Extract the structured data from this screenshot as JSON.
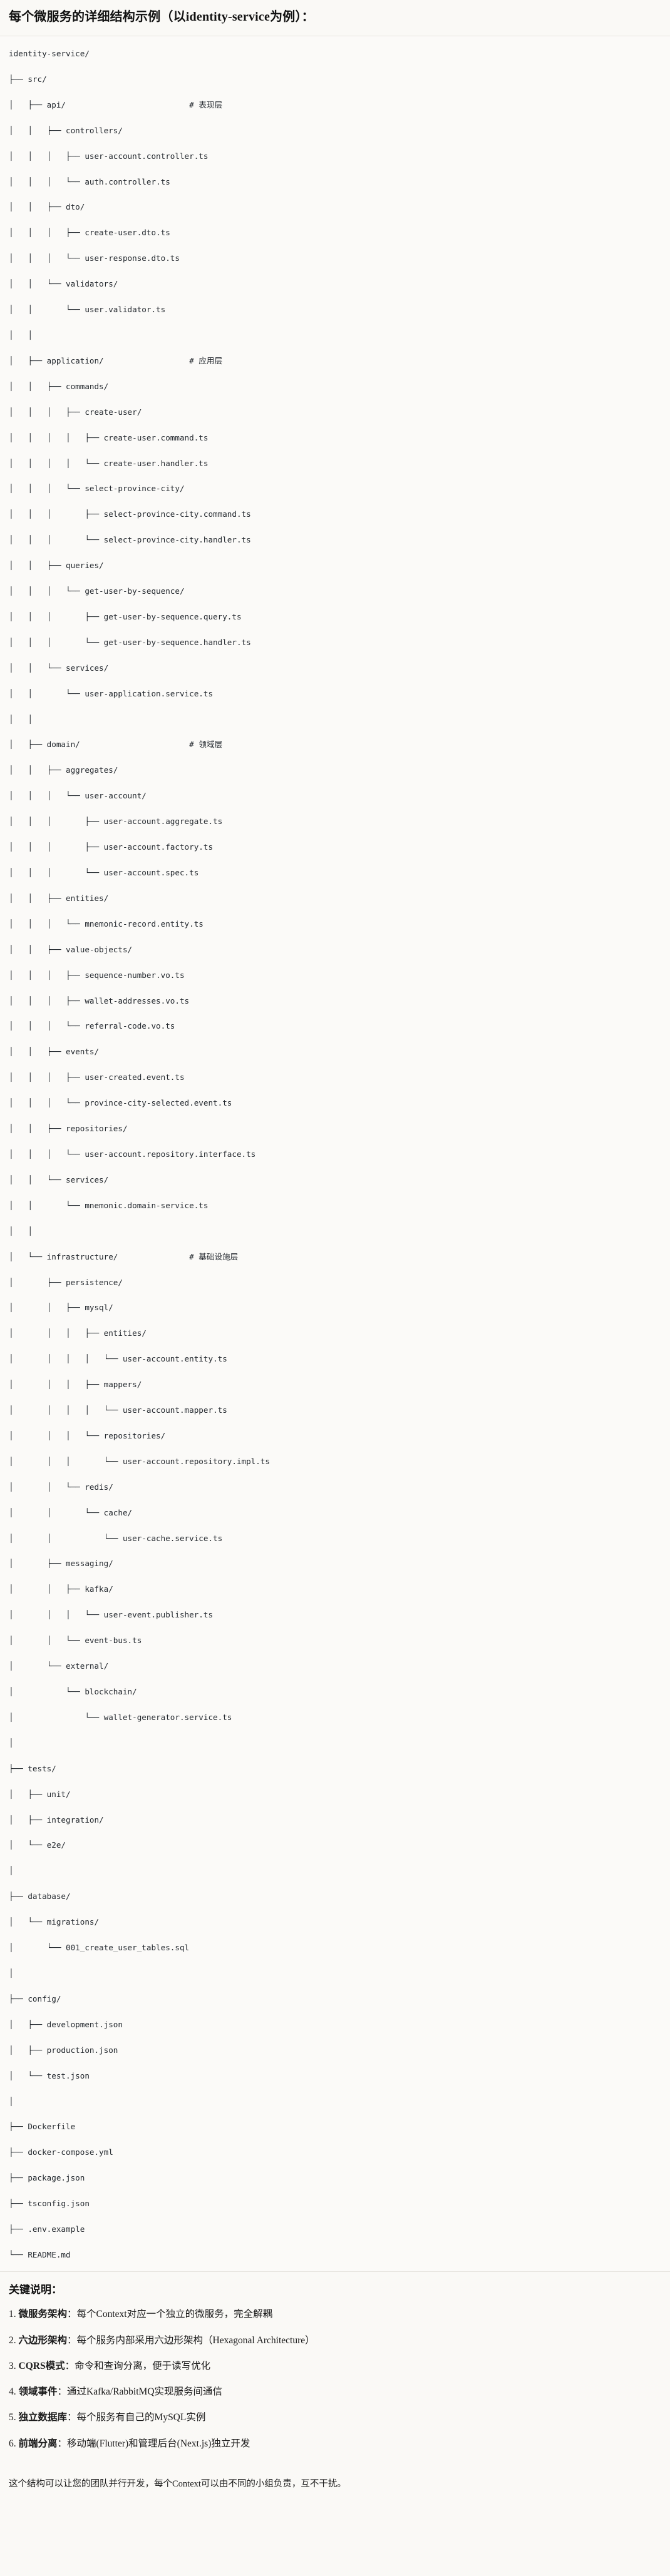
{
  "header": {
    "title": "每个微服务的详细结构示例（以identity-service为例）："
  },
  "tree": {
    "root_label": "identity-service/",
    "comments": {
      "api": "# 表现层",
      "application": "# 应用层",
      "domain": "# 领域层",
      "infrastructure": "# 基础设施层"
    },
    "lines": [
      "identity-service/",
      "├── src/",
      "│   ├── api/                          # 表现层",
      "│   │   ├── controllers/",
      "│   │   │   ├── user-account.controller.ts",
      "│   │   │   └── auth.controller.ts",
      "│   │   ├── dto/",
      "│   │   │   ├── create-user.dto.ts",
      "│   │   │   └── user-response.dto.ts",
      "│   │   └── validators/",
      "│   │       └── user.validator.ts",
      "│   │",
      "│   ├── application/                  # 应用层",
      "│   │   ├── commands/",
      "│   │   │   ├── create-user/",
      "│   │   │   │   ├── create-user.command.ts",
      "│   │   │   │   └── create-user.handler.ts",
      "│   │   │   └── select-province-city/",
      "│   │   │       ├── select-province-city.command.ts",
      "│   │   │       └── select-province-city.handler.ts",
      "│   │   ├── queries/",
      "│   │   │   └── get-user-by-sequence/",
      "│   │   │       ├── get-user-by-sequence.query.ts",
      "│   │   │       └── get-user-by-sequence.handler.ts",
      "│   │   └── services/",
      "│   │       └── user-application.service.ts",
      "│   │",
      "│   ├── domain/                       # 领域层",
      "│   │   ├── aggregates/",
      "│   │   │   └── user-account/",
      "│   │   │       ├── user-account.aggregate.ts",
      "│   │   │       ├── user-account.factory.ts",
      "│   │   │       └── user-account.spec.ts",
      "│   │   ├── entities/",
      "│   │   │   └── mnemonic-record.entity.ts",
      "│   │   ├── value-objects/",
      "│   │   │   ├── sequence-number.vo.ts",
      "│   │   │   ├── wallet-addresses.vo.ts",
      "│   │   │   └── referral-code.vo.ts",
      "│   │   ├── events/",
      "│   │   │   ├── user-created.event.ts",
      "│   │   │   └── province-city-selected.event.ts",
      "│   │   ├── repositories/",
      "│   │   │   └── user-account.repository.interface.ts",
      "│   │   └── services/",
      "│   │       └── mnemonic.domain-service.ts",
      "│   │",
      "│   └── infrastructure/               # 基础设施层",
      "│       ├── persistence/",
      "│       │   ├── mysql/",
      "│       │   │   ├── entities/",
      "│       │   │   │   └── user-account.entity.ts",
      "│       │   │   ├── mappers/",
      "│       │   │   │   └── user-account.mapper.ts",
      "│       │   │   └── repositories/",
      "│       │   │       └── user-account.repository.impl.ts",
      "│       │   └── redis/",
      "│       │       └── cache/",
      "│       │           └── user-cache.service.ts",
      "│       ├── messaging/",
      "│       │   ├── kafka/",
      "│       │   │   └── user-event.publisher.ts",
      "│       │   └── event-bus.ts",
      "│       └── external/",
      "│           └── blockchain/",
      "│               └── wallet-generator.service.ts",
      "│",
      "├── tests/",
      "│   ├── unit/",
      "│   ├── integration/",
      "│   └── e2e/",
      "│",
      "├── database/",
      "│   └── migrations/",
      "│       └── 001_create_user_tables.sql",
      "│",
      "├── config/",
      "│   ├── development.json",
      "│   ├── production.json",
      "│   └── test.json",
      "│",
      "├── Dockerfile",
      "├── docker-compose.yml",
      "├── package.json",
      "├── tsconfig.json",
      "├── .env.example",
      "└── README.md"
    ]
  },
  "notes": {
    "title": "关键说明：",
    "items": [
      {
        "num": "1.",
        "term": "微服务架构",
        "sep": "：",
        "desc": "每个Context对应一个独立的微服务，完全解耦"
      },
      {
        "num": "2.",
        "term": "六边形架构",
        "sep": "：",
        "desc": "每个服务内部采用六边形架构（Hexagonal Architecture）"
      },
      {
        "num": "3.",
        "term": "CQRS模式",
        "sep": "：",
        "desc": "命令和查询分离，便于读写优化"
      },
      {
        "num": "4.",
        "term": "领域事件",
        "sep": "：",
        "desc": "通过Kafka/RabbitMQ实现服务间通信"
      },
      {
        "num": "5.",
        "term": "独立数据库",
        "sep": "：",
        "desc": "每个服务有自己的MySQL实例"
      },
      {
        "num": "6.",
        "term": "前端分离",
        "sep": "：",
        "desc": "移动端(Flutter)和管理后台(Next.js)独立开发"
      }
    ]
  },
  "closing": {
    "text": "这个结构可以让您的团队并行开发，每个Context可以由不同的小组负责，互不干扰。"
  }
}
